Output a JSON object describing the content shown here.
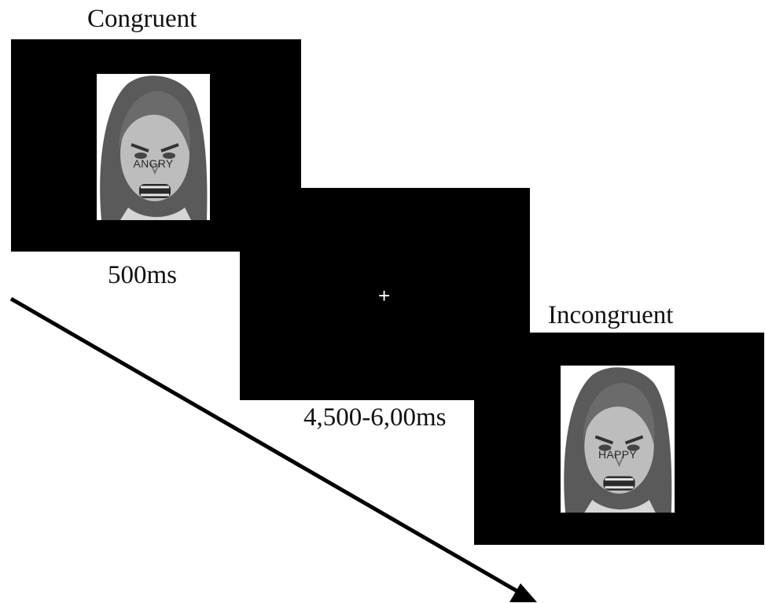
{
  "trials": {
    "congruent": {
      "title": "Congruent",
      "face_expression": "angry",
      "word": "ANGRY",
      "duration": "500ms"
    },
    "fixation": {
      "symbol": "+",
      "duration": "4,500-6,00ms"
    },
    "incongruent": {
      "title": "Incongruent",
      "face_expression": "angry",
      "word": "HAPPY"
    }
  },
  "colors": {
    "screen": "#000000",
    "background": "#ffffff",
    "text": "#111111",
    "fixation": "#ffffff"
  },
  "arrow_direction": "time-down-right"
}
